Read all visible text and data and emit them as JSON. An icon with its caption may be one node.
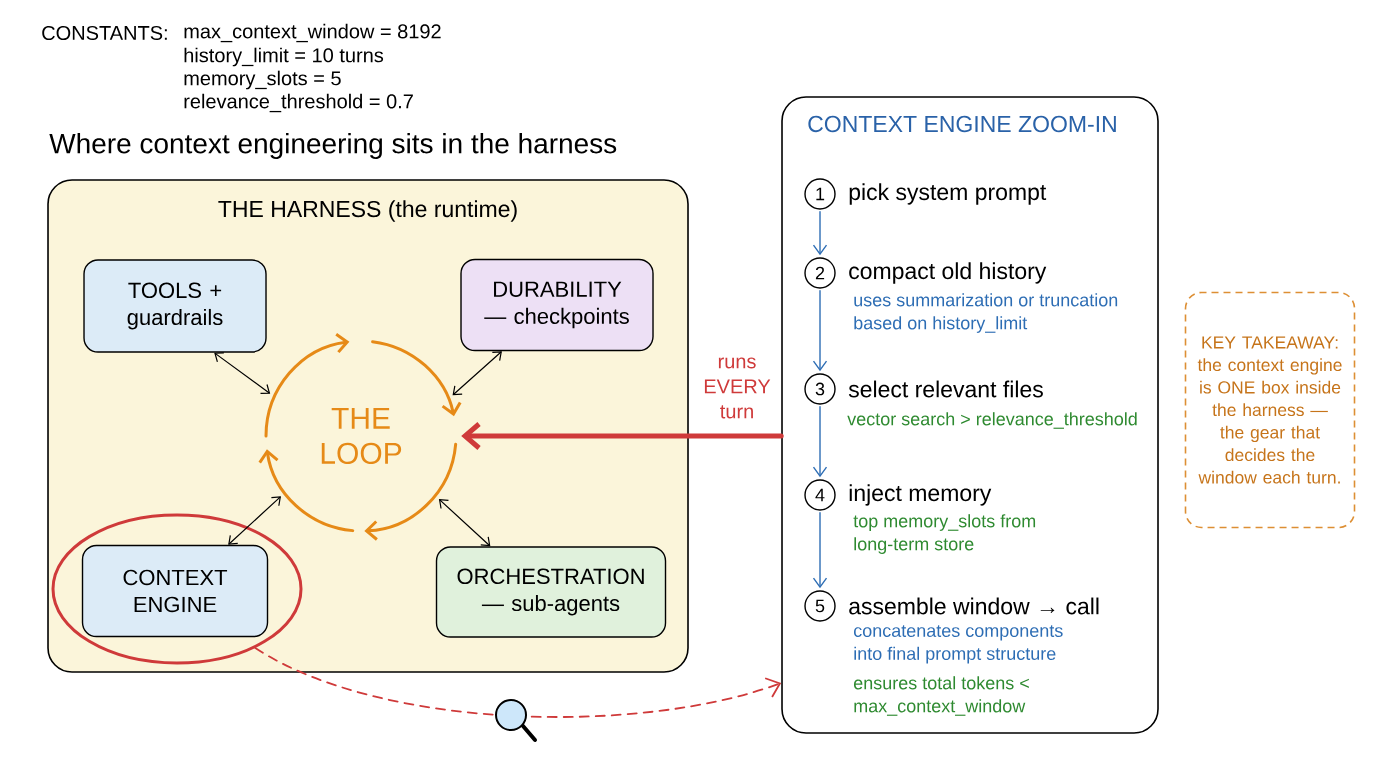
{
  "diagram": {
    "title": "Where context engineering sits in the harness",
    "nodes": [
      {
        "text": [
          "THE HARNESS (the runtime)"
        ]
      },
      {
        "text": [
          "TOOLS + guardrails"
        ],
        "in": 0
      },
      {
        "text": [
          "DURABILITY — checkpoints"
        ],
        "in": 0
      },
      {
        "text": [
          "THE LOOP"
        ],
        "in": 0
      },
      {
        "text": [],
        "shape": "circle",
        "in": 0
      },
      {
        "text": [
          "CONTEXT ENGINE"
        ],
        "in": 4
      },
      {
        "text": [
          "ORCHESTRATION — sub-agents"
        ],
        "in": 0
      },
      {
        "text": [
          "CONTEXT ENGINE ZOOM-IN"
        ]
      },
      {
        "text": [
          "1"
        ],
        "in": 7,
        "beside": [
          "pick system prompt"
        ]
      },
      {
        "text": [
          "2"
        ],
        "in": 7,
        "beside": [
          "compact old history",
          "uses summarization or truncation based on history_limit"
        ]
      },
      {
        "text": [
          "3"
        ],
        "in": 7,
        "beside": [
          "select relevant files",
          "vector search > relevance_threshold"
        ]
      },
      {
        "text": [
          "4"
        ],
        "in": 7,
        "beside": [
          "inject memory",
          "top memory_slots from long-term store"
        ]
      },
      {
        "text": [
          "5"
        ],
        "in": 7,
        "beside": [
          "assemble window → call",
          "concatenates components into final prompt structure",
          "ensures total tokens < max_context_window"
        ]
      },
      {
        "text": [
          "KEY TAKEAWAY: the context engine is ONE box inside the harness — the gear that decides the window each turn."
        ]
      }
    ],
    "edges": [
      {
        "from": 1,
        "to": 3,
        "arrow": "both"
      },
      {
        "from": 2,
        "to": 3,
        "arrow": "both"
      },
      {
        "from": 5,
        "to": 3,
        "arrow": "both"
      },
      {
        "from": 6,
        "to": 3,
        "arrow": "both"
      },
      {
        "from": 7,
        "to": 3,
        "arrow": "to",
        "label": "runs EVERY turn",
        "style": "thick",
        "color": "#cf3a3a"
      },
      {
        "from": 4,
        "to": 7,
        "arrow": "to",
        "style": "dashed",
        "color": "#cf3a3a"
      },
      {
        "from": 8,
        "to": 9,
        "arrow": "to",
        "color": "#2d6db4"
      },
      {
        "from": 9,
        "to": 10,
        "arrow": "to",
        "color": "#2d6db4"
      },
      {
        "from": 10,
        "to": 11,
        "arrow": "to",
        "color": "#2d6db4"
      },
      {
        "from": 11,
        "to": 12,
        "arrow": "to",
        "color": "#2d6db4"
      }
    ],
    "labels": [
      "CONSTANTS:",
      "max_context_window = 8192",
      "history_limit = 10 turns",
      "memory_slots = 5",
      "relevance_threshold = 0.7"
    ]
  }
}
